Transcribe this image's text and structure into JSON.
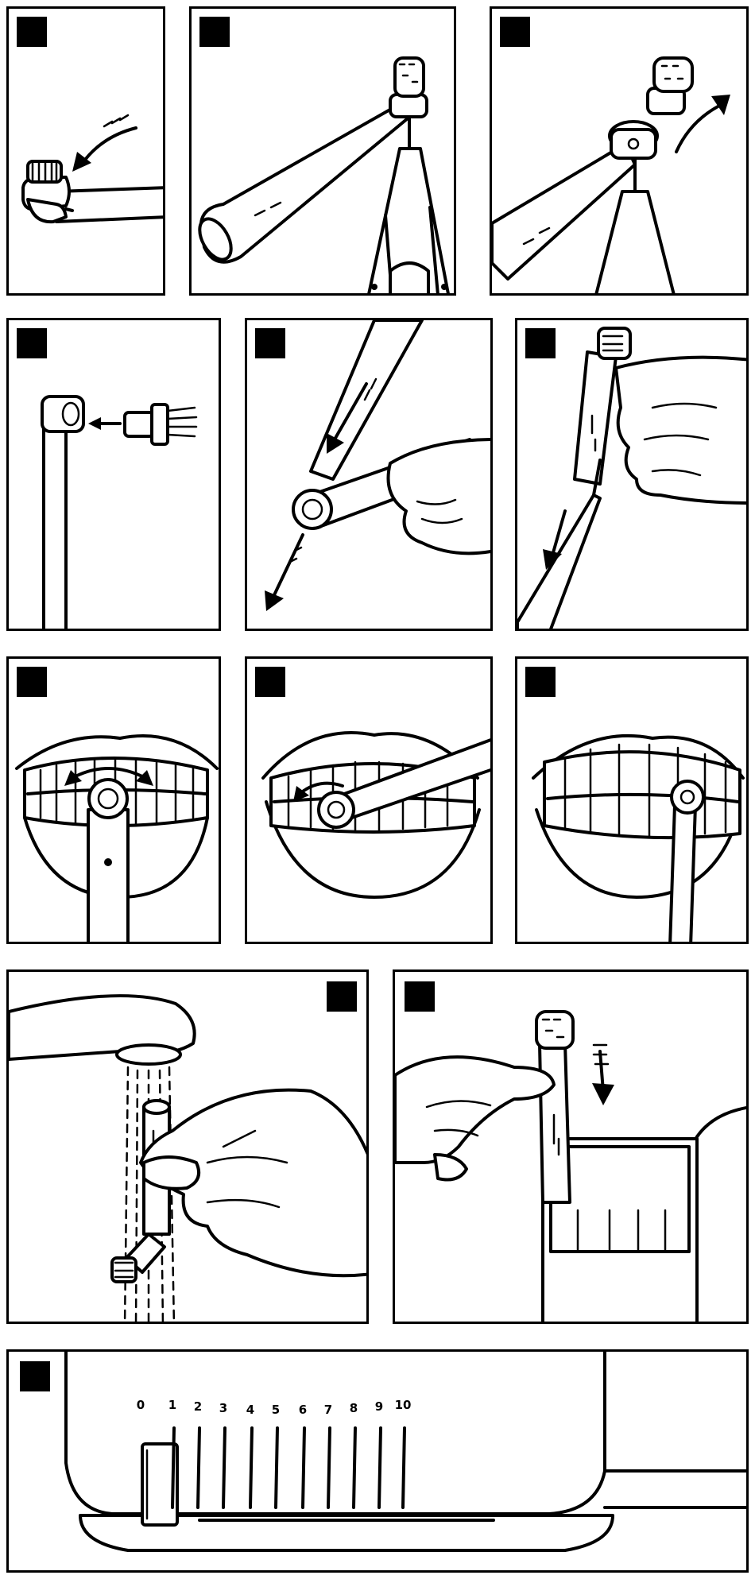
{
  "figure": {
    "panels": [
      {
        "id": "p1",
        "step": "attach-brush-head",
        "icons": [
          "brush-head-icon",
          "push-arrow-icon"
        ]
      },
      {
        "id": "p2",
        "step": "brush-on-stand",
        "icons": [
          "brush-head-icon"
        ]
      },
      {
        "id": "p3",
        "step": "remove-brush-head",
        "icons": [
          "brush-head-icon",
          "curved-arrow-icon"
        ]
      },
      {
        "id": "p4",
        "step": "insert-brush-head",
        "icons": [
          "handle-icon",
          "left-arrow-icon"
        ]
      },
      {
        "id": "p5",
        "step": "press-release",
        "icons": [
          "hand-icon",
          "diagonal-arrow-icon"
        ]
      },
      {
        "id": "p6",
        "step": "pull-off-handle",
        "icons": [
          "hand-icon",
          "down-arrow-icon"
        ]
      },
      {
        "id": "p7",
        "step": "brush-front-teeth",
        "icons": [
          "mouth-icon",
          "double-arrow-icon"
        ]
      },
      {
        "id": "p8",
        "step": "brush-inner-surface",
        "icons": [
          "mouth-icon",
          "curved-arrow-icon"
        ]
      },
      {
        "id": "p9",
        "step": "brush-back-teeth",
        "icons": [
          "mouth-icon"
        ]
      },
      {
        "id": "p10",
        "step": "rinse-under-tap",
        "icons": [
          "faucet-icon",
          "water-icon",
          "hand-icon"
        ]
      },
      {
        "id": "p11",
        "step": "store-in-holder",
        "icons": [
          "hand-icon",
          "down-arrow-icon"
        ]
      },
      {
        "id": "p12",
        "step": "timer-scale",
        "icons": [
          "slider-icon"
        ]
      }
    ],
    "scale_labels": [
      "0",
      "1",
      "2",
      "3",
      "4",
      "5",
      "6",
      "7",
      "8",
      "9",
      "10"
    ]
  }
}
